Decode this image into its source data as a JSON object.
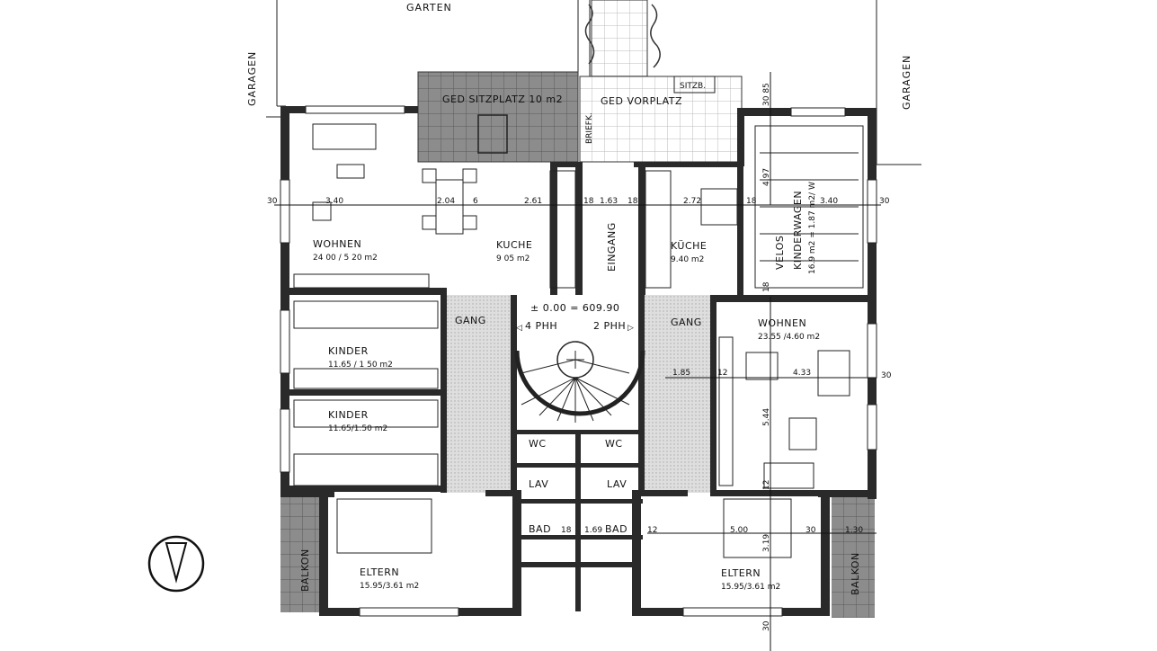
{
  "outside": {
    "garden": "GARTEN",
    "garages_left": "GARAGEN",
    "garages_right": "GARAGEN",
    "covered_seating": "GED SITZPLATZ 10 m2",
    "covered_forecourt": "GED VORPLATZ",
    "mailbox": "BRIEFK.",
    "bench": "SITZB."
  },
  "rooms": {
    "left_living": {
      "name": "WOHNEN",
      "area": "24 00 / 5 20 m2"
    },
    "left_kitchen": {
      "name": "KUCHE",
      "area": "9 05 m2"
    },
    "entrance": {
      "name": "EINGANG"
    },
    "right_kitchen": {
      "name": "KÜCHE",
      "area": "9.40 m2"
    },
    "bike_room": {
      "name": "VELOS",
      "name2": "KINDERWAGEN",
      "area": "16.9 m2 = 1.87 m2/ W"
    },
    "stair_hall": {
      "level": "± 0.00 = 609.90",
      "left_units": "4 PHH",
      "right_units": "2 PHH"
    },
    "left_corridor": {
      "name": "GANG"
    },
    "right_corridor": {
      "name": "GANG"
    },
    "right_living": {
      "name": "WOHNEN",
      "area": "23.55 /4.60 m2"
    },
    "child1": {
      "name": "KINDER",
      "area": "11.65 / 1 50  m2"
    },
    "child2": {
      "name": "KINDER",
      "area": "11.65/1.50 m2"
    },
    "wc_left": {
      "name": "WC"
    },
    "wc_right": {
      "name": "WC"
    },
    "lav_left": {
      "name": "LAV"
    },
    "lav_right": {
      "name": "LAV"
    },
    "bath_left": {
      "name": "BAD"
    },
    "bath_right": {
      "name": "BAD"
    },
    "parents_left": {
      "name": "ELTERN",
      "area": "15.95/3.61 m2"
    },
    "parents_right": {
      "name": "ELTERN",
      "area": "15.95/3.61  m2"
    },
    "balcony_left": {
      "name": "BALKON"
    },
    "balcony_right": {
      "name": "BALKON"
    }
  },
  "dimensions": {
    "d30_left": "30",
    "d340_left": "3.40",
    "d204": "2.04",
    "d6": "6",
    "d261": "2.61",
    "d18a": "18",
    "d163": "1.63",
    "d18b": "18",
    "d272": "2.72",
    "d18c": "18",
    "d340_right": "3.40",
    "d30_right": "30",
    "d3085": "30 85",
    "d497": "4.97",
    "d18v": "18",
    "d185": "1.85",
    "d12a": "12",
    "d433": "4.33",
    "d30_r2": "30",
    "d544": "5.44",
    "d12v": "12",
    "d18d": "18",
    "d169": "1.69",
    "d12b": "12",
    "d500": "5.00",
    "d30_r3": "30",
    "d130": "1.30",
    "d319": "3.19",
    "d30_bottom": "30"
  },
  "colors": {
    "wall": "#2a2a2a",
    "hatch_fill": "#9a9a9a",
    "corridor_fill": "#d9d9d9",
    "line": "#222222"
  }
}
